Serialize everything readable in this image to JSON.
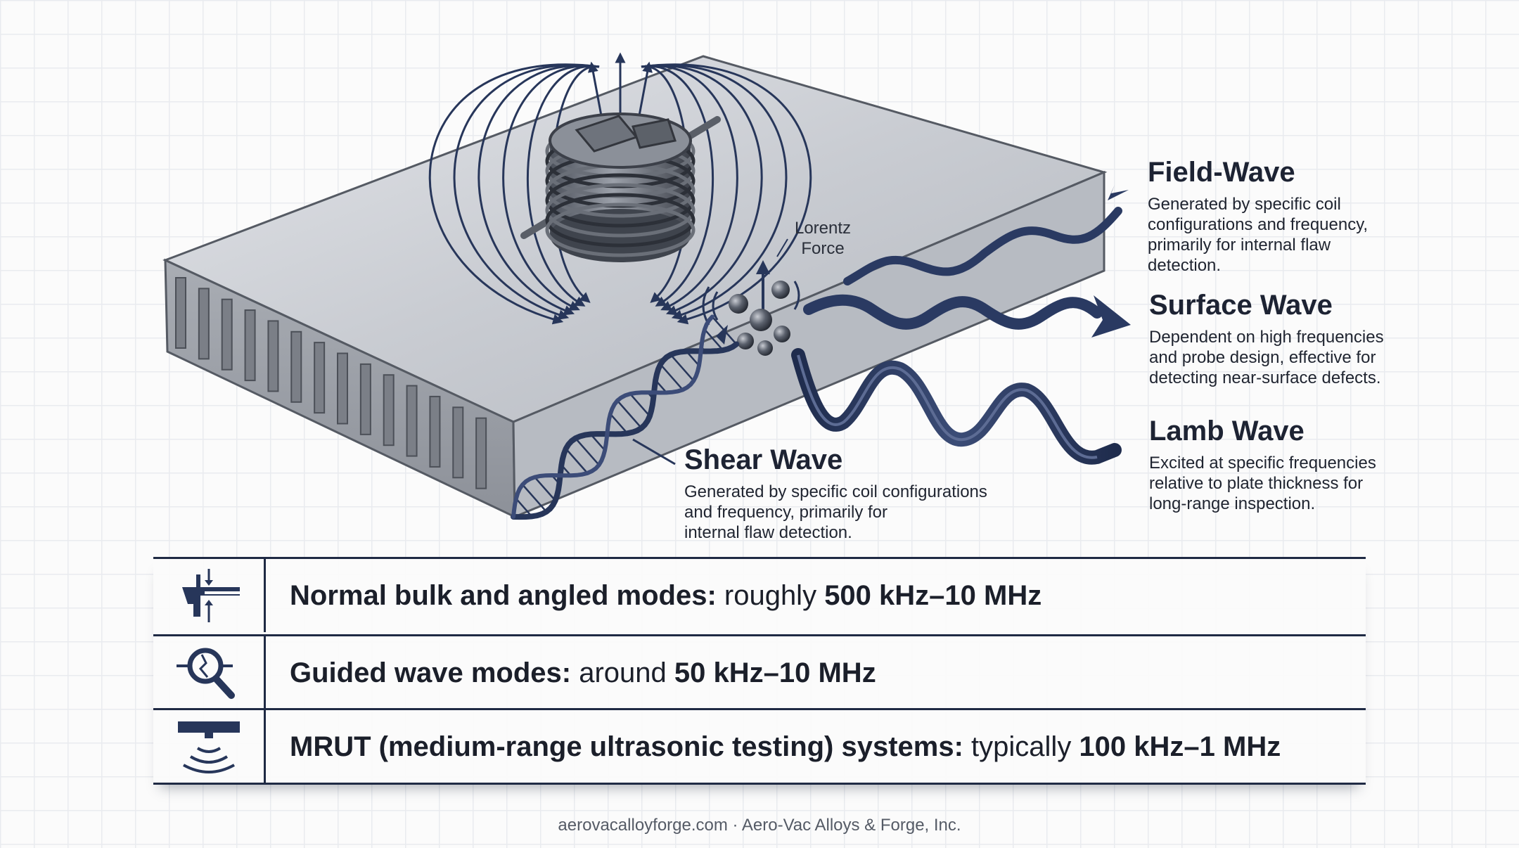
{
  "labels": {
    "lorentz": {
      "line1": "Lorentz",
      "line2": "Force"
    },
    "field_wave": {
      "title": "Field-Wave",
      "desc": [
        "Generated by specific coil",
        "configurations and frequency,",
        "primarily for internal flaw",
        "detection."
      ]
    },
    "surface_wave": {
      "title": "Surface Wave",
      "desc": [
        "Dependent on high frequencies",
        "and probe design, effective for",
        "detecting near-surface defects."
      ]
    },
    "lamb_wave": {
      "title": "Lamb Wave",
      "desc": [
        "Excited at specific frequencies",
        "relative to plate thickness for",
        "long-range inspection."
      ]
    },
    "shear_wave": {
      "title": "Shear Wave",
      "desc": [
        "Generated by specific coil configurations",
        "and frequency, primarily for",
        "internal flaw detection."
      ]
    }
  },
  "table": {
    "rows": [
      {
        "icon": "caliper-thickness-icon",
        "label": "Normal bulk and angled modes:",
        "middle": " roughly ",
        "value": "500 kHz–10 MHz"
      },
      {
        "icon": "magnifier-crack-icon",
        "label": "Guided wave modes:",
        "middle": " around ",
        "value": "50 kHz–10 MHz"
      },
      {
        "icon": "probe-signal-icon",
        "label": "MRUT (medium-range ultrasonic testing) systems:",
        "middle": " typically ",
        "value": "100 kHz–1 MHz"
      }
    ]
  },
  "footer": "aerovacalloyforge.com · Aero-Vac Alloys & Forge, Inc.",
  "colors": {
    "navy": "#27365a",
    "steel": "#c4c7cc",
    "ink": "#1b1f2a"
  }
}
